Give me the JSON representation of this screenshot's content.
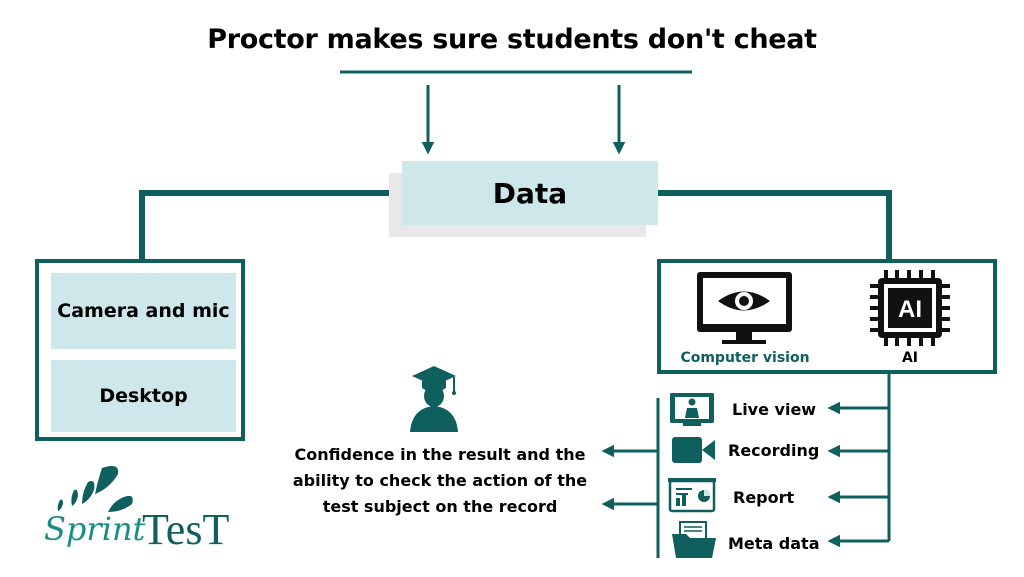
{
  "title": "Proctor makes sure students don't cheat",
  "center_node": {
    "label": "Data"
  },
  "inputs": [
    {
      "label": "Camera and mic"
    },
    {
      "label": "Desktop"
    }
  ],
  "processing": [
    {
      "label": "Computer vision",
      "icon": "monitor-eye-icon"
    },
    {
      "label": "AI",
      "icon": "ai-chip-icon"
    }
  ],
  "outputs": [
    {
      "label": "Live view",
      "icon": "live-view-icon"
    },
    {
      "label": "Recording",
      "icon": "video-camera-icon"
    },
    {
      "label": "Report",
      "icon": "report-chart-icon"
    },
    {
      "label": "Meta data",
      "icon": "folder-document-icon"
    }
  ],
  "result": {
    "icon": "graduate-icon",
    "line1": "Confidence in the result and the",
    "line2": "ability to check the action of the",
    "line3": "test subject on the record"
  },
  "logo": {
    "word1": "Sprint",
    "word2": "TesT"
  },
  "colors": {
    "accent": "#0f5f5e",
    "box_fill": "#cde7ea",
    "shadow": "#e8e8e8",
    "text": "#000000"
  }
}
